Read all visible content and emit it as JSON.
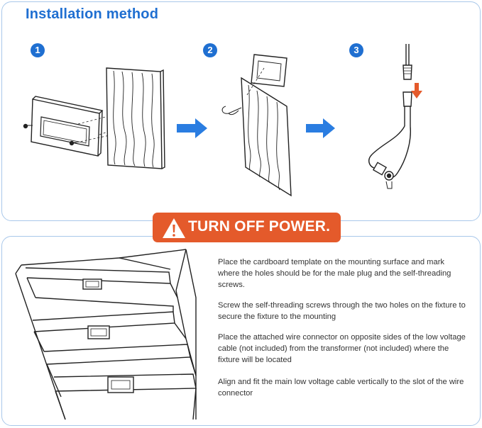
{
  "header": {
    "title": "Installation method"
  },
  "steps": [
    {
      "number": "1"
    },
    {
      "number": "2"
    },
    {
      "number": "3"
    }
  ],
  "warning": {
    "text": "TURN OFF POWER.",
    "icon": "warning-triangle-icon",
    "color": "#e45a2b"
  },
  "instructions": [
    "Place the cardboard template on the mounting surface and mark where the holes should be for the male plug and the self-threading screws.",
    "Screw the self-threading screws through the two holes on the fixture to secure the fixture to the mounting",
    "Place the attached wire connector on opposite sides of the low voltage cable (not included) from the transformer (not included) where the fixture will be located",
    "Align and fit the main low voltage cable vertically to the slot of the wire connector"
  ],
  "colors": {
    "accent": "#1f6fd1",
    "arrow": "#2a7de1",
    "down_arrow": "#e45a2b",
    "panel_border": "#a9c8ea"
  },
  "icons": [
    "fixture-plate-illustration",
    "wood-panel-illustration",
    "right-arrow-icon",
    "wire-connector-illustration",
    "down-arrow-icon",
    "staircase-illustration"
  ]
}
